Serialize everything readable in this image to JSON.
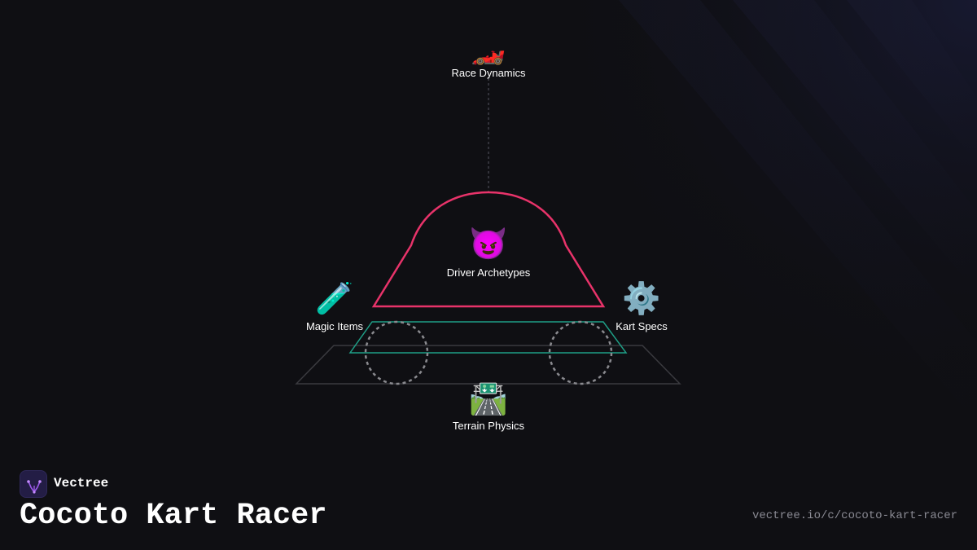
{
  "brand": {
    "name": "Vectree",
    "icon": "vectree-logo-icon"
  },
  "title": "Cocoto Kart Racer",
  "url": "vectree.io/c/cocoto-kart-racer",
  "diagram": {
    "nodes": {
      "race_dynamics": {
        "label": "Race Dynamics",
        "icon": "🏎️"
      },
      "driver_archetypes": {
        "label": "Driver Archetypes",
        "icon": "😈"
      },
      "magic_items": {
        "label": "Magic Items",
        "icon": "🧪"
      },
      "kart_specs": {
        "label": "Kart Specs",
        "icon": "⚙️"
      },
      "terrain_physics": {
        "label": "Terrain Physics",
        "icon": "🛣️"
      }
    }
  },
  "colors": {
    "background": "#0f0f13",
    "canopy_outline": "#e8336a",
    "chassis_outline": "#1f9e86",
    "base_outline": "#3a3a3f",
    "wheel_outline": "#8a8a8f",
    "connector": "#555560",
    "brand_accent": "#9b59e8"
  }
}
